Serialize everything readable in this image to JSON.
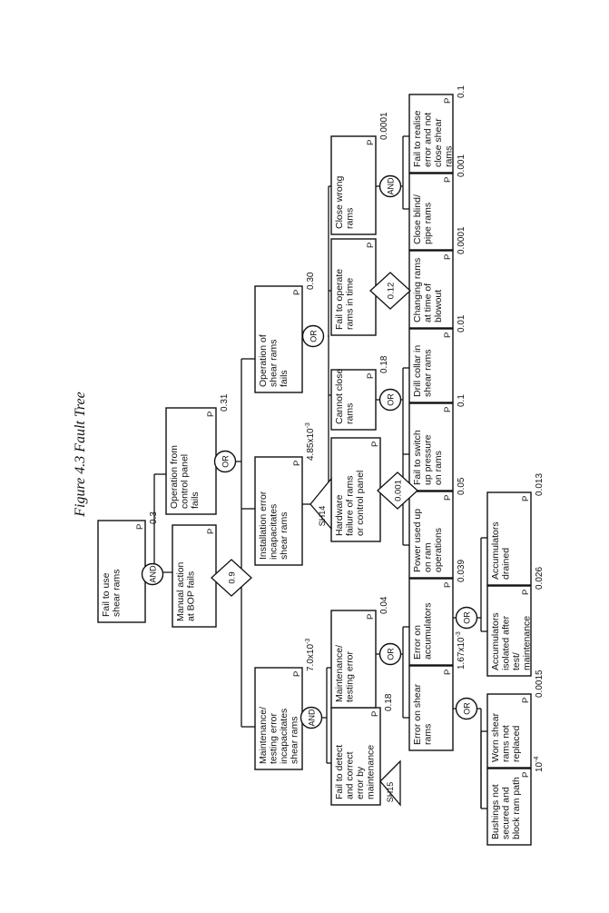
{
  "figure": {
    "caption": "Figure 4.3 Fault Tree"
  },
  "labels": {
    "p": "P"
  },
  "gates": {
    "and": "AND",
    "or": "OR"
  },
  "transfers": {
    "sh14": "SH14",
    "sh15": "SH15"
  },
  "nodes": {
    "top": {
      "lines": [
        "Fail to use",
        "shear rams"
      ],
      "value": "0.3"
    },
    "manual": {
      "lines": [
        "Manual action",
        "at BOP fails"
      ],
      "value": ""
    },
    "panel": {
      "lines": [
        "Operation from",
        "control panel",
        "fails"
      ],
      "value": "0.31"
    },
    "maint": {
      "lines": [
        "Maintenance/",
        "testing error",
        "incapacitates",
        "shear rams"
      ],
      "value": "7.0x10",
      "exp": "-3"
    },
    "install": {
      "lines": [
        "Installation error",
        "incapacitates",
        "shear rams"
      ],
      "value": "4.85x10",
      "exp": "-3"
    },
    "operation": {
      "lines": [
        "Operation of",
        "shear rams",
        "fails"
      ],
      "value": "0.30"
    },
    "detect": {
      "lines": [
        "Fail to detect",
        "and correct",
        "error by",
        "maintenance"
      ],
      "value": "0.18"
    },
    "mterror": {
      "lines": [
        "Maintenance/",
        "testing error"
      ],
      "value": "0.04"
    },
    "hardware": {
      "lines": [
        "Hardware",
        "failure of rams",
        "or control panel"
      ],
      "value": ""
    },
    "cannot": {
      "lines": [
        "Cannot close",
        "rams"
      ],
      "value": "0.18"
    },
    "failop": {
      "lines": [
        "Fail to operate",
        "rams in time"
      ],
      "value": ""
    },
    "wrong": {
      "lines": [
        "Close wrong",
        "rams"
      ],
      "value": "0.0001"
    },
    "errshear": {
      "lines": [
        "Error on shear",
        "rams"
      ],
      "value": "1.67x10",
      "exp": "-3"
    },
    "erracc": {
      "lines": [
        "Error on",
        "accumulators"
      ],
      "value": "0.039"
    },
    "power": {
      "lines": [
        "Power used up",
        "on ram",
        "operations"
      ],
      "value": "0.05"
    },
    "switch": {
      "lines": [
        "Fail to switch",
        "up pressure",
        "on rams"
      ],
      "value": "0.1"
    },
    "drill": {
      "lines": [
        "Drill collar in",
        "shear rams"
      ],
      "value": "0.01"
    },
    "changing": {
      "lines": [
        "Changing rams",
        "at time of",
        "blowout"
      ],
      "value": "0.0001"
    },
    "blind": {
      "lines": [
        "Close blind/",
        "pipe rams"
      ],
      "value": "0.001"
    },
    "realise": {
      "lines": [
        "Fail to realise",
        "error and not",
        "close shear",
        "rams"
      ],
      "value": "0.1"
    },
    "bushings": {
      "lines": [
        "Bushings not",
        "secured and",
        "block ram path"
      ],
      "value": "10",
      "exp": "-4"
    },
    "worn": {
      "lines": [
        "Worn shear",
        "rams not",
        "replaced"
      ],
      "value": "0.0015"
    },
    "isolated": {
      "lines": [
        "Accumulators",
        "isolated after",
        "test/",
        "maintenance"
      ],
      "value": "0.026"
    },
    "drained": {
      "lines": [
        "Accumulators",
        "drained"
      ],
      "value": "0.013"
    }
  },
  "diamonds": {
    "manual": "0.9",
    "hardware": "0.001",
    "failop": "0.12"
  }
}
